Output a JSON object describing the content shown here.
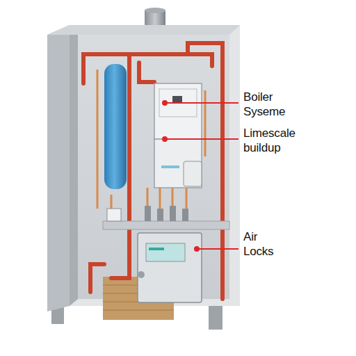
{
  "diagram": {
    "labels": [
      "Boiler Syseme",
      "Limescale buildup",
      "Air Locks"
    ]
  }
}
